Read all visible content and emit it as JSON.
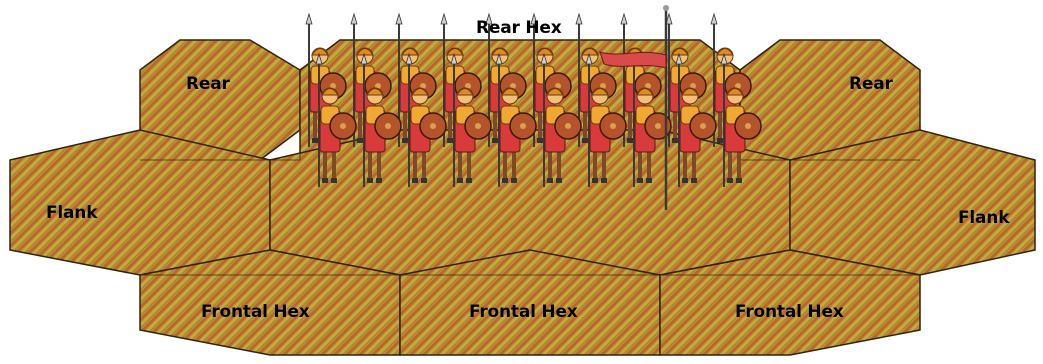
{
  "title": "Rear Hex",
  "hexes": {
    "rear_left": "Rear",
    "rear_right": "Rear",
    "flank_left": "Flank",
    "flank_right": "Flank",
    "frontal_1": "Frontal Hex",
    "frontal_2": "Frontal Hex",
    "frontal_3": "Frontal Hex"
  },
  "unit": {
    "icon": "infantry-unit-icon",
    "ranks": 2,
    "files": 10,
    "has_standard": true
  },
  "colors": {
    "terrain_base": "#b89a34",
    "terrain_light": "#d2b648",
    "terrain_dark": "#8c6d1d",
    "hatch": "#c0392b",
    "outline": "#2e2410",
    "soldier_tunic": "#d93a3a",
    "soldier_armor": "#f0a830",
    "shield": "#b5542a",
    "flag": "#d94a4a"
  }
}
